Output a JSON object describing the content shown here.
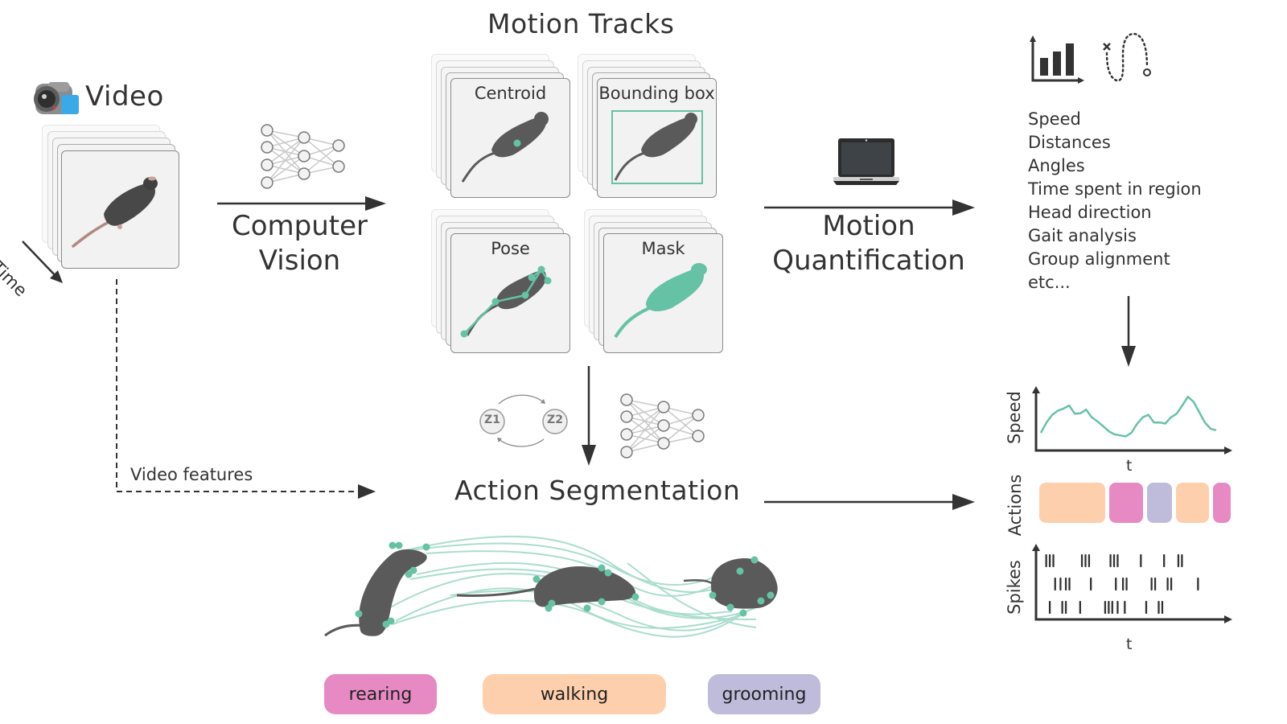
{
  "colors": {
    "accent_green": "#66c2a5",
    "walking_orange": "#fdcfac",
    "rearing_pink": "#e78ac3",
    "grooming_purple": "#bebbdb",
    "ink": "#333333",
    "frame_fill": "#f2f2f2",
    "mouse_gray": "#5a5a5a"
  },
  "video": {
    "title": "Video",
    "icon": "video-camera-icon",
    "time_label": "Time"
  },
  "computer_vision": {
    "line1": "Computer",
    "line2": "Vision",
    "icon": "neural-network-icon"
  },
  "motion_tracks": {
    "title": "Motion Tracks",
    "panels": [
      {
        "label": "Centroid"
      },
      {
        "label": "Bounding box"
      },
      {
        "label": "Pose"
      },
      {
        "label": "Mask"
      }
    ]
  },
  "motion_quantification": {
    "line1": "Motion",
    "line2": "Quantification",
    "icon": "laptop-icon"
  },
  "metrics": {
    "icons": [
      "bar-chart-icon",
      "trajectory-icon"
    ],
    "items": [
      "Speed",
      "Distances",
      "Angles",
      "Time spent in region",
      "Head direction",
      "Gait analysis",
      "Group alignment",
      "etc..."
    ]
  },
  "action_segmentation": {
    "title": "Action Segmentation",
    "video_features_label": "Video features",
    "hmm_states": [
      "Z1",
      "Z2"
    ],
    "behaviors": [
      {
        "label": "rearing",
        "color": "#e78ac3"
      },
      {
        "label": "walking",
        "color": "#fdcfac"
      },
      {
        "label": "grooming",
        "color": "#bebbdb"
      }
    ]
  },
  "outputs": {
    "speed_ylabel": "Speed",
    "speed_xlabel": "t",
    "actions_label": "Actions",
    "spikes_label": "Spikes",
    "spikes_xlabel": "t",
    "action_sequence": [
      {
        "behavior": "walking",
        "duration": 0.34
      },
      {
        "behavior": "rearing",
        "duration": 0.17
      },
      {
        "behavior": "grooming",
        "duration": 0.13
      },
      {
        "behavior": "walking",
        "duration": 0.17
      },
      {
        "behavior": "rearing",
        "duration": 0.09
      }
    ],
    "speed_trace": [
      0.25,
      0.45,
      0.6,
      0.68,
      0.72,
      0.78,
      0.62,
      0.63,
      0.7,
      0.55,
      0.47,
      0.38,
      0.28,
      0.22,
      0.2,
      0.18,
      0.25,
      0.42,
      0.55,
      0.6,
      0.45,
      0.45,
      0.43,
      0.55,
      0.62,
      0.78,
      0.95,
      0.85,
      0.65,
      0.45,
      0.33,
      0.3
    ],
    "spike_rows": [
      [
        0.03,
        0.05,
        0.07,
        0.23,
        0.25,
        0.27,
        0.39,
        0.41,
        0.43,
        0.56,
        0.69,
        0.77,
        0.79
      ],
      [
        0.08,
        0.11,
        0.14,
        0.16,
        0.28,
        0.42,
        0.46,
        0.48,
        0.62,
        0.64,
        0.71,
        0.73,
        0.88
      ],
      [
        0.05,
        0.12,
        0.14,
        0.22,
        0.36,
        0.38,
        0.4,
        0.43,
        0.47,
        0.59,
        0.66,
        0.68
      ]
    ]
  }
}
